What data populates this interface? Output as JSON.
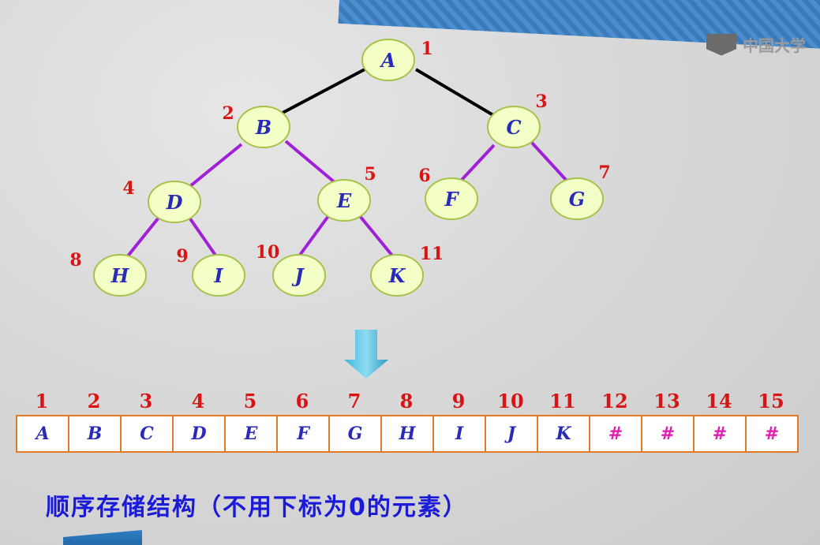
{
  "logo": {
    "text": "中国大学"
  },
  "tree": {
    "nodes": [
      {
        "label": "A",
        "index": "1"
      },
      {
        "label": "B",
        "index": "2"
      },
      {
        "label": "C",
        "index": "3"
      },
      {
        "label": "D",
        "index": "4"
      },
      {
        "label": "E",
        "index": "5"
      },
      {
        "label": "F",
        "index": "6"
      },
      {
        "label": "G",
        "index": "7"
      },
      {
        "label": "H",
        "index": "8"
      },
      {
        "label": "I",
        "index": "9"
      },
      {
        "label": "J",
        "index": "10"
      },
      {
        "label": "K",
        "index": "11"
      }
    ],
    "colors": {
      "root_edge": "#000000",
      "edge": "#a020d8",
      "node_fill": "#f3ffc6",
      "node_stroke": "#a6c24a",
      "label": "#2a2ab8",
      "index": "#d81414"
    }
  },
  "array": {
    "indices": [
      "1",
      "2",
      "3",
      "4",
      "5",
      "6",
      "7",
      "8",
      "9",
      "10",
      "11",
      "12",
      "13",
      "14",
      "15"
    ],
    "cells": [
      "A",
      "B",
      "C",
      "D",
      "E",
      "F",
      "G",
      "H",
      "I",
      "J",
      "K",
      "#",
      "#",
      "#",
      "#"
    ]
  },
  "caption": "顺序存储结构（不用下标为0的元素）"
}
